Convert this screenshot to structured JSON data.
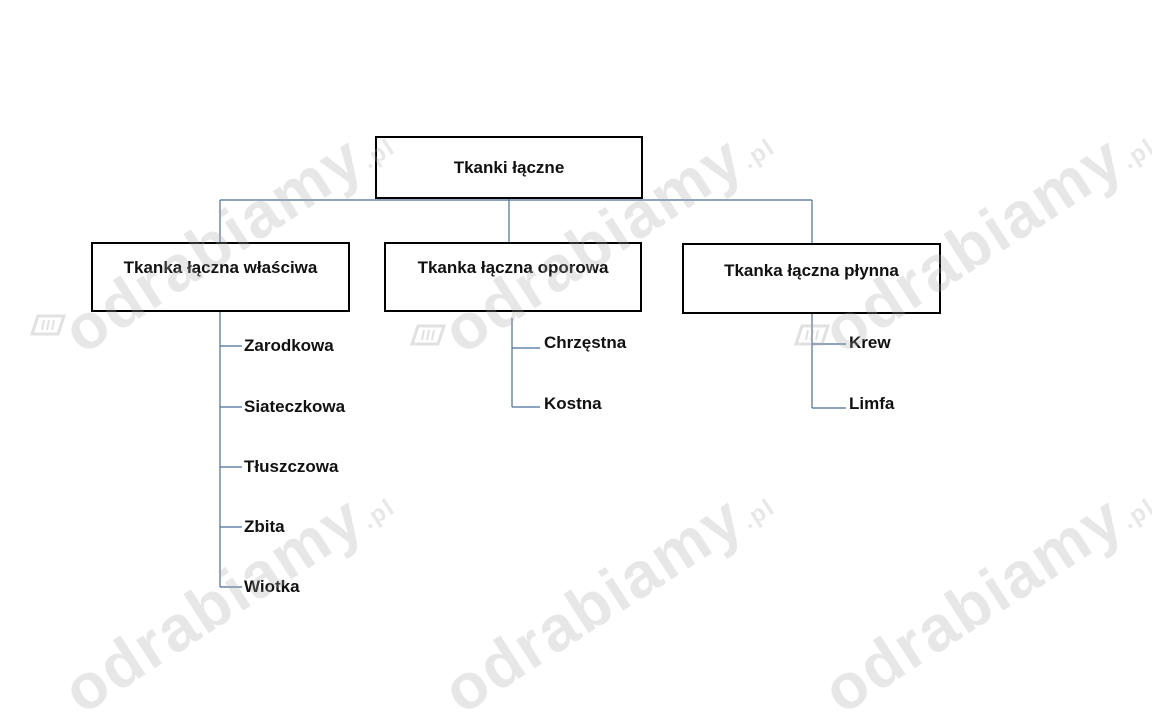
{
  "diagram": {
    "root": {
      "label": "Tkanki łączne"
    },
    "branches": [
      {
        "label": "Tkanka łączna właściwa",
        "children": [
          "Zarodkowa",
          "Siateczkowa",
          "Tłuszczowa",
          "Zbita",
          "Wiotka"
        ]
      },
      {
        "label": "Tkanka łączna oporowa",
        "children": [
          "Chrzęstna",
          "Kostna"
        ]
      },
      {
        "label": "Tkanka łączna płynna",
        "children": [
          "Krew",
          "Limfa"
        ]
      }
    ]
  },
  "watermark": {
    "text": "odrabiamy",
    "suffix": ".pl",
    "color": "#aaaaaa"
  },
  "colors": {
    "connector": "#4a6d96",
    "box_border": "#000000"
  }
}
